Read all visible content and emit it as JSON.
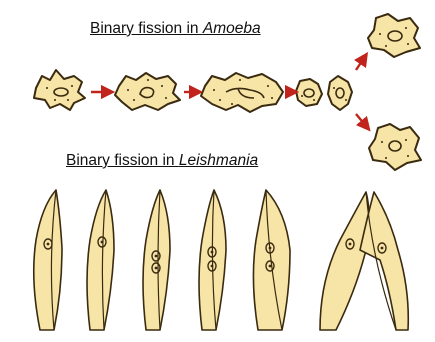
{
  "titles": {
    "amoeba_prefix": "Binary fission in ",
    "amoeba_organism": "Amoeba",
    "leishmania_prefix": "Binary fission in ",
    "leishmania_organism": "Leishmania"
  },
  "colors": {
    "background": "#fcf3f3",
    "cytoplasm": "#f6e5a6",
    "outline": "#3a2a10",
    "arrow": "#c0241c"
  }
}
